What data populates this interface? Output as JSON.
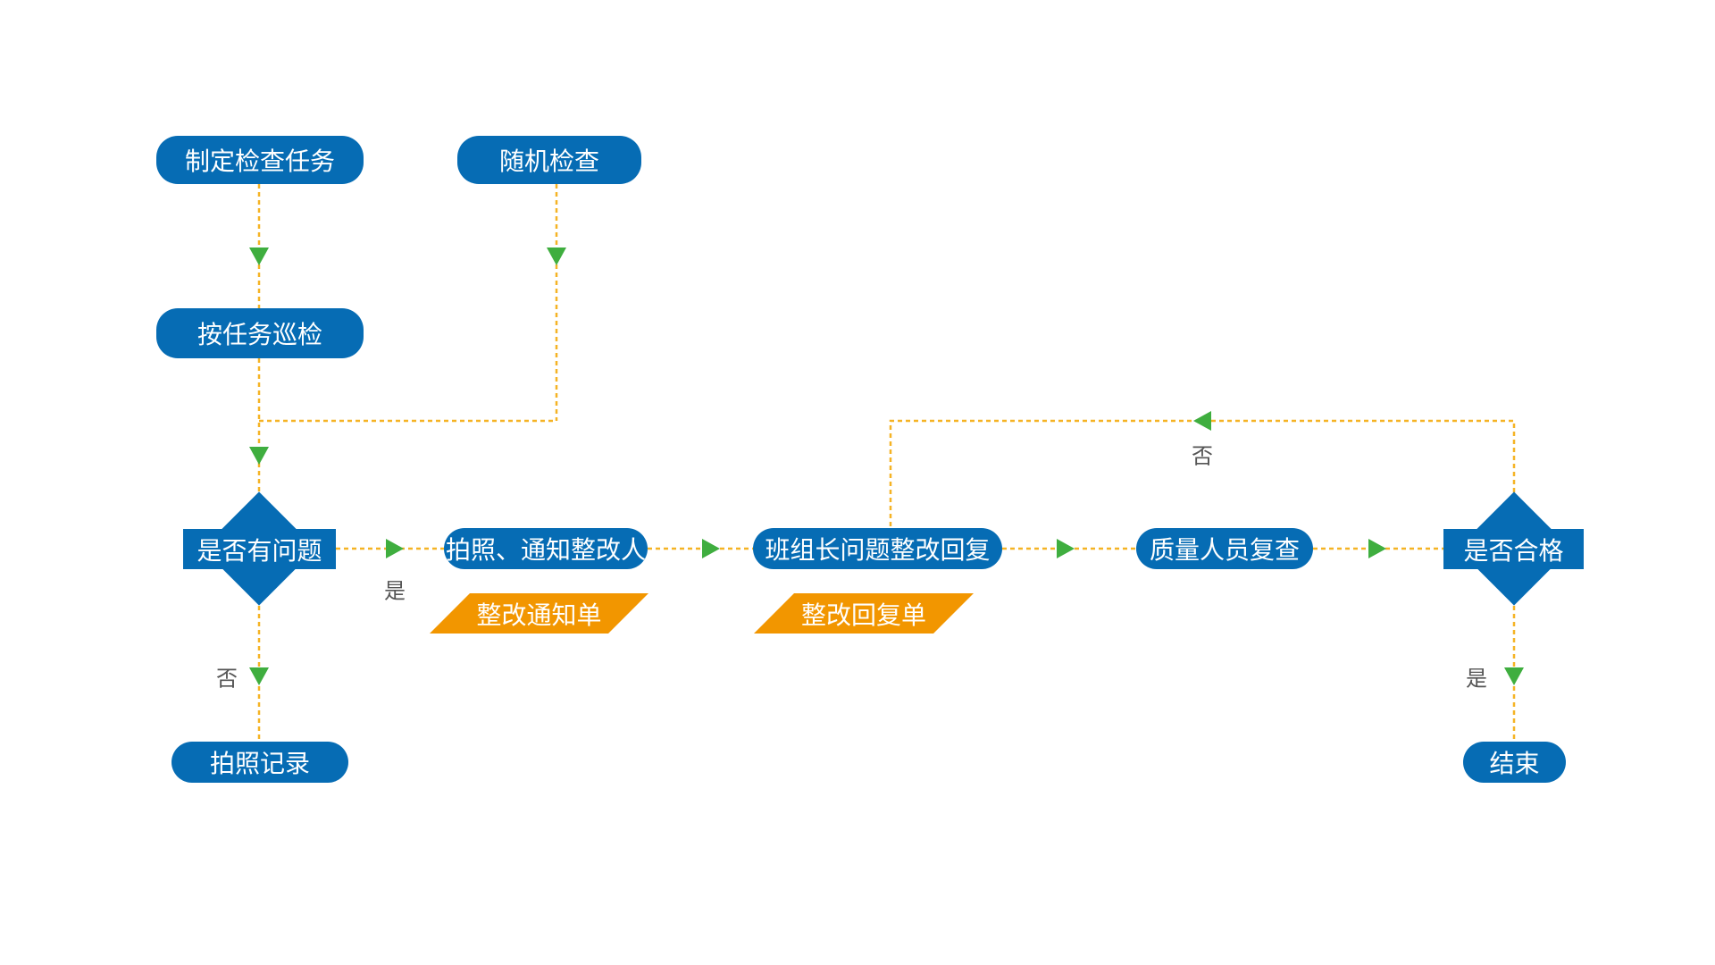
{
  "colors": {
    "node_fill": "#066cb4",
    "document_fill": "#f29600",
    "connector": "#f5b324",
    "arrow": "#3fae3f",
    "label_text": "#555555"
  },
  "nodes": {
    "make_task": "制定检查任务",
    "random_check": "随机检查",
    "patrol_by_task": "按任务巡检",
    "has_problem": "是否有问题",
    "photo_record": "拍照记录",
    "photo_notify": "拍照、通知整改人",
    "team_leader_reply": "班组长问题整改回复",
    "quality_recheck": "质量人员复查",
    "is_qualified": "是否合格",
    "end": "结束"
  },
  "documents": {
    "rectify_notice": "整改通知单",
    "rectify_reply": "整改回复单"
  },
  "edge_labels": {
    "problem_yes": "是",
    "problem_no": "否",
    "qualified_yes": "是",
    "qualified_no": "否"
  }
}
